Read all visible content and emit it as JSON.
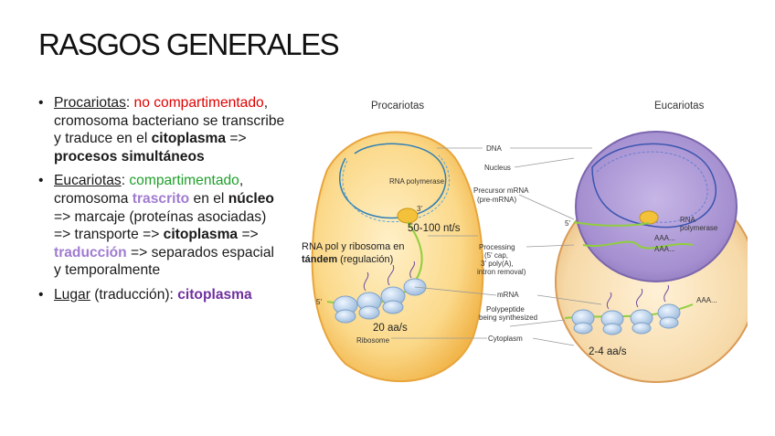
{
  "slide": {
    "title": "RASGOS GENERALES",
    "bullets": {
      "b1": {
        "term": "Procariotas",
        "colon": ": ",
        "red": "no compartimentado",
        "t1": ", cromosoma bacteriano se transcribe y traduce en el ",
        "bold1": "citoplasma",
        "t2": " => ",
        "bold2": "procesos simultáneos"
      },
      "b2": {
        "term": "Eucariotas",
        "colon": ": ",
        "green": "compartimentado",
        "t1": ", cromosoma ",
        "violet1": "trascrito",
        "t2": " en el ",
        "bold1": "núcleo",
        "t3": " => marcaje (proteínas asociadas) => transporte => ",
        "bold2": "citoplasma",
        "t4": " => ",
        "violet2": "traducción",
        "t5": " => separados espacial y temporalmente"
      },
      "b3": {
        "term": "Lugar",
        "t1": " (traducción): ",
        "purple": "citoplasma"
      }
    }
  },
  "figure": {
    "header_left": "Procariotas",
    "header_right": "Eucariotas",
    "labels": {
      "dna": "DNA",
      "nucleus": "Nucleus",
      "precursor": "Precursor mRNA",
      "pre_mrna": "(pre-mRNA)",
      "rna_pol_left": "RNA polymerase",
      "rna_pol_right_1": "RNA",
      "rna_pol_right_2": "polymerase",
      "processing_1": "Processing",
      "processing_2": "(5' cap,",
      "processing_3": "3' poly(A),",
      "processing_4": "intron removal)",
      "mrna": "mRNA",
      "polypeptide_1": "Polypeptide",
      "polypeptide_2": "being synthesized",
      "cytoplasm": "Cytoplasm",
      "ribosome": "Ribosome",
      "three_prime": "3'",
      "five_prime_left": "5'",
      "five_prime_right": "5'",
      "aaa1": "AAA...",
      "aaa2": "AAA...",
      "aaa3": "AAA..."
    },
    "annotations": {
      "rate_nt": "50-100 nt/s",
      "rnapol_line1": "RNA pol y ribosoma en",
      "rnapol_bold": "tándem",
      "rnapol_rest": " (regulación)",
      "rate_aa_pro": "20 aa/s",
      "rate_aa_euk": "2-4 aa/s"
    }
  }
}
